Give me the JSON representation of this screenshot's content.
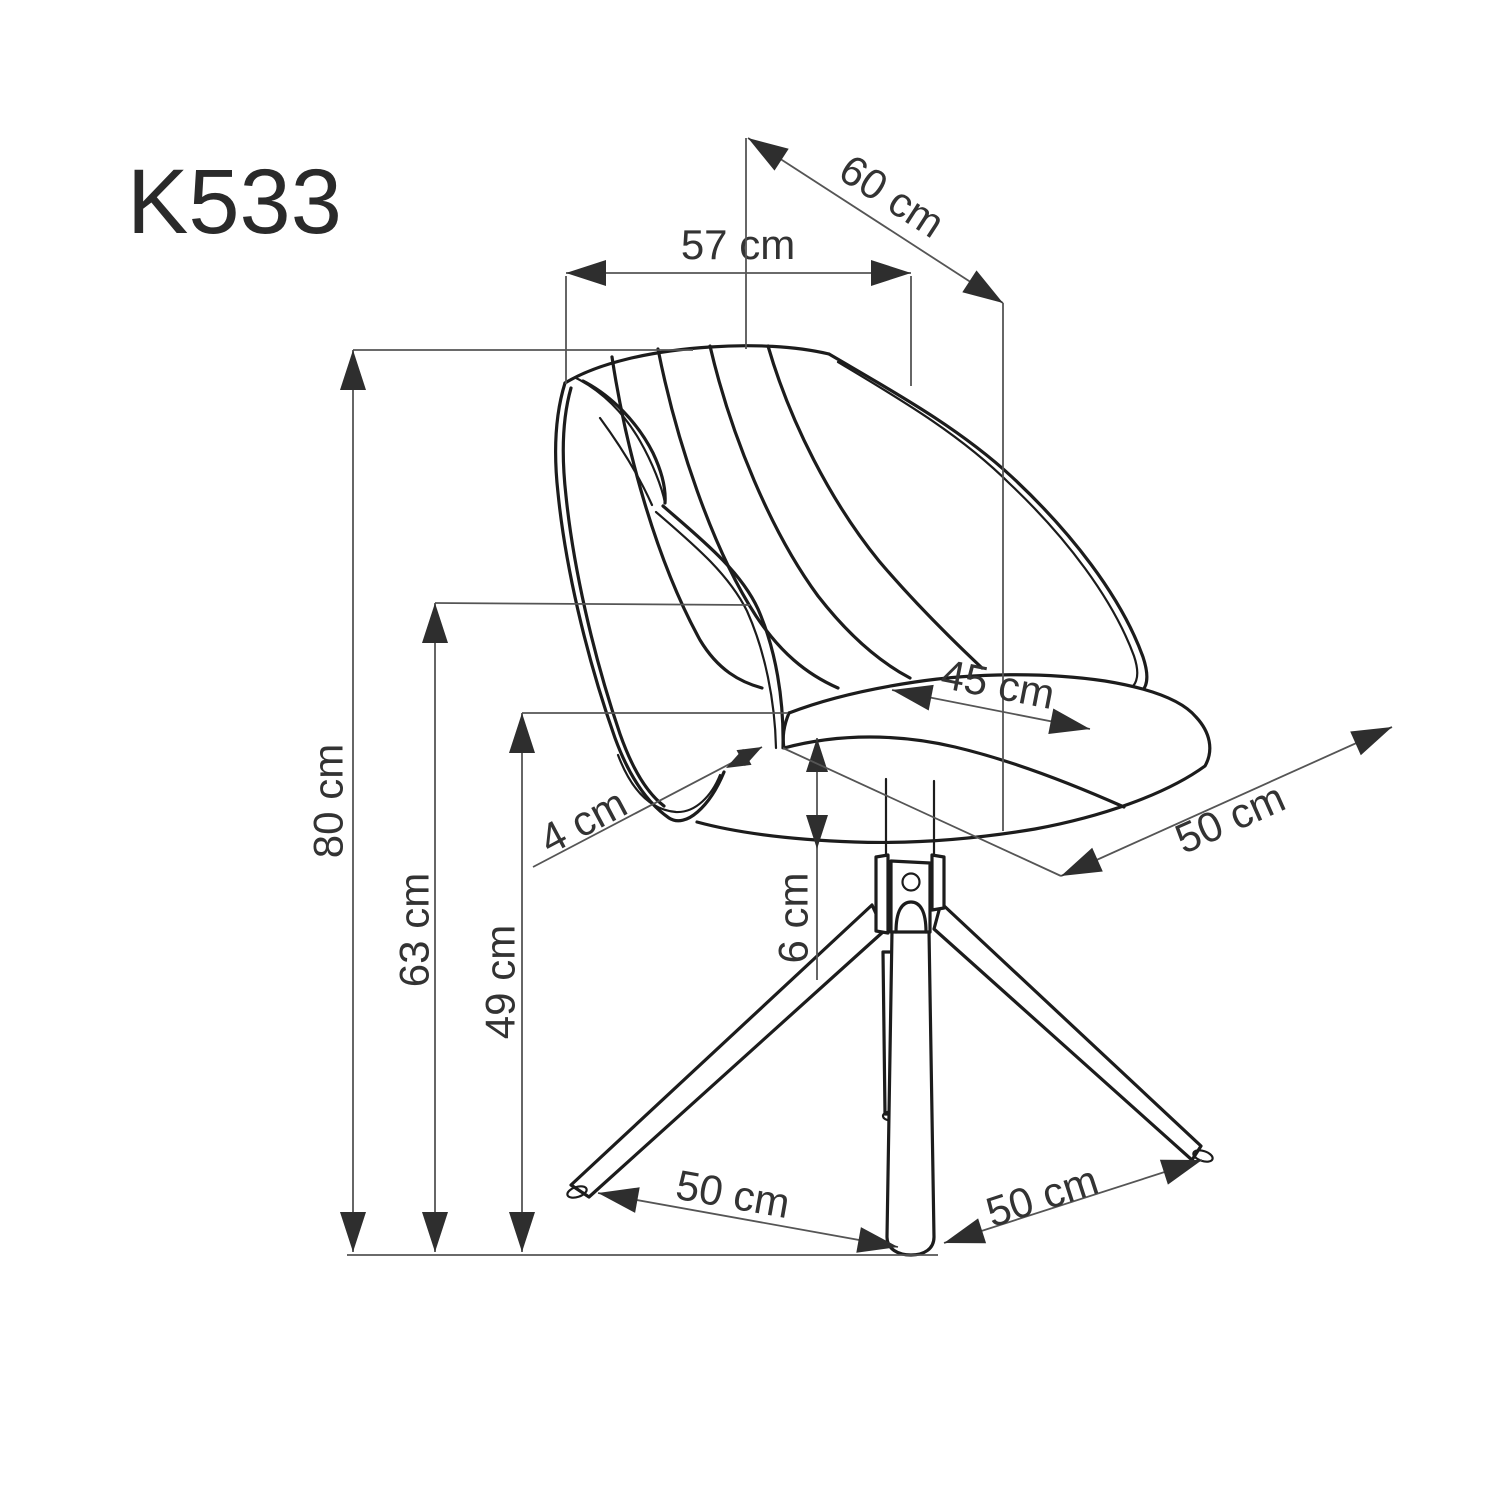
{
  "title": "K533",
  "drawing": {
    "kind": "chair technical dimension drawing",
    "units": "cm"
  },
  "dimensions": {
    "overall_height": {
      "label": "80 cm",
      "value": 80
    },
    "back_height": {
      "label": "63 cm",
      "value": 63
    },
    "seat_height": {
      "label": "49 cm",
      "value": 49
    },
    "back_width": {
      "label": "57 cm",
      "value": 57
    },
    "overall_depth": {
      "label": "60 cm",
      "value": 60
    },
    "seat_width": {
      "label": "45 cm",
      "value": 45
    },
    "back_gap": {
      "label": "4 cm",
      "value": 4
    },
    "seat_thickness": {
      "label": "6 cm",
      "value": 6
    },
    "seat_depth": {
      "label": "50 cm",
      "value": 50
    },
    "base_span_left": {
      "label": "50 cm",
      "value": 50
    },
    "base_span_right": {
      "label": "50 cm",
      "value": 50
    }
  },
  "colors": {
    "background": "#ffffff",
    "chair_line": "#1c1c1c",
    "dimension_line": "#555555",
    "arrow": "#2e2e2e",
    "text": "#333333"
  }
}
